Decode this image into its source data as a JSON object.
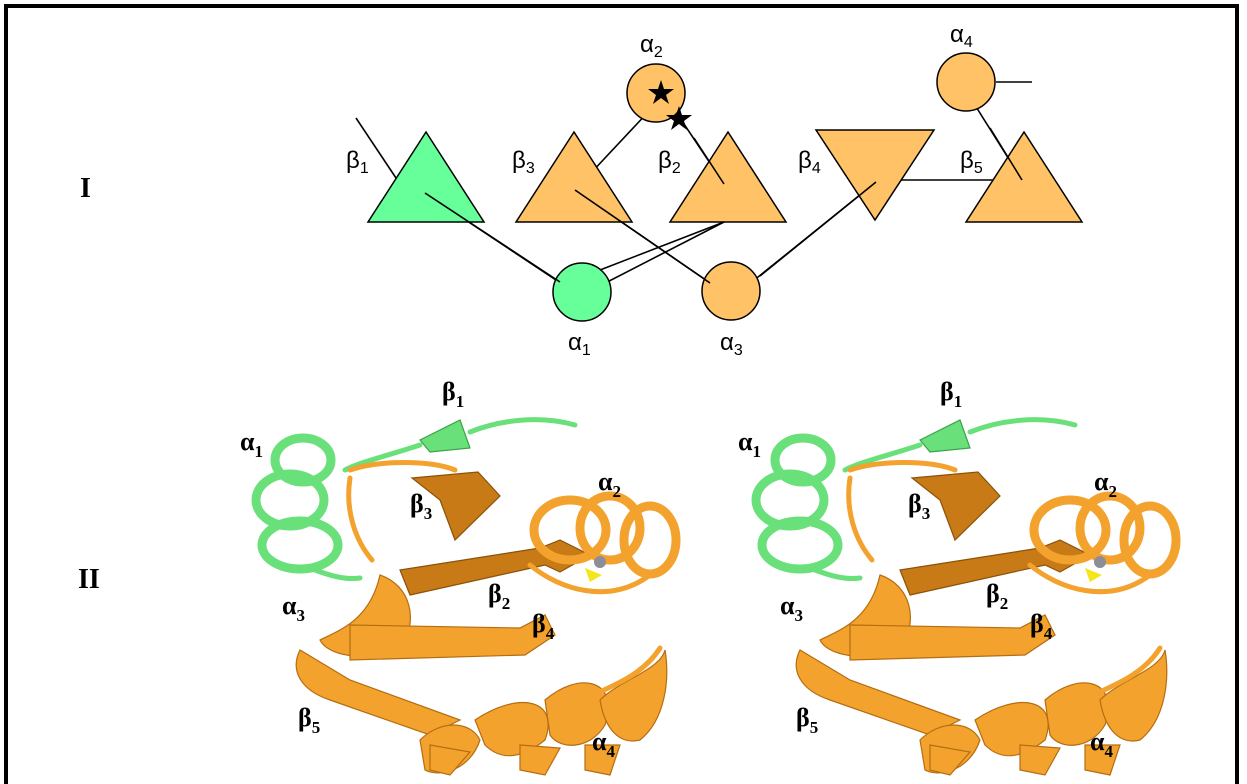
{
  "panels": {
    "topology_label": "I",
    "structure_label": "II"
  },
  "colors": {
    "n_lobe_green": "#66ff99",
    "c_lobe_orange": "#ffc266",
    "ribbon_green": "#69e07a",
    "ribbon_orange": "#f3a22e"
  },
  "topology": {
    "elements": [
      {
        "id": "b1",
        "greek": "β",
        "sub": "1",
        "shape": "triangle-up",
        "color": "green"
      },
      {
        "id": "b3",
        "greek": "β",
        "sub": "3",
        "shape": "triangle-up",
        "color": "orange"
      },
      {
        "id": "b2",
        "greek": "β",
        "sub": "2",
        "shape": "triangle-up",
        "color": "orange"
      },
      {
        "id": "b4",
        "greek": "β",
        "sub": "4",
        "shape": "triangle-down",
        "color": "orange"
      },
      {
        "id": "b5",
        "greek": "β",
        "sub": "5",
        "shape": "triangle-up",
        "color": "orange"
      },
      {
        "id": "a1",
        "greek": "α",
        "sub": "1",
        "shape": "circle",
        "color": "green"
      },
      {
        "id": "a2",
        "greek": "α",
        "sub": "2",
        "shape": "circle",
        "color": "orange"
      },
      {
        "id": "a3",
        "greek": "α",
        "sub": "3",
        "shape": "circle",
        "color": "orange"
      },
      {
        "id": "a4",
        "greek": "α",
        "sub": "4",
        "shape": "circle",
        "color": "orange"
      }
    ],
    "markers": [
      "star-icon",
      "star-icon"
    ]
  },
  "stereo_labels": [
    {
      "greek": "β",
      "sub": "1"
    },
    {
      "greek": "α",
      "sub": "1"
    },
    {
      "greek": "β",
      "sub": "3"
    },
    {
      "greek": "α",
      "sub": "2"
    },
    {
      "greek": "β",
      "sub": "2"
    },
    {
      "greek": "α",
      "sub": "3"
    },
    {
      "greek": "β",
      "sub": "4"
    },
    {
      "greek": "β",
      "sub": "5"
    },
    {
      "greek": "α",
      "sub": "4"
    }
  ]
}
